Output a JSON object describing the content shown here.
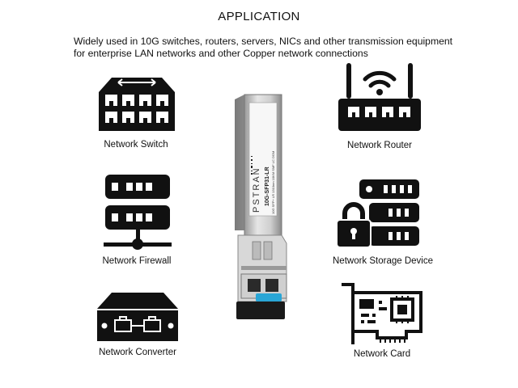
{
  "title": "APPLICATION",
  "description": "Widely used in 10G switches, routers, servers, NICs and other transmission equipment for enterprise LAN networks and other Copper network connections",
  "devices": [
    {
      "label": "Network Switch",
      "icon": "network-switch-icon"
    },
    {
      "label": "Network Router",
      "icon": "network-router-icon"
    },
    {
      "label": "Network Firewall",
      "icon": "network-firewall-icon"
    },
    {
      "label": "Network Storage Device",
      "icon": "network-storage-icon"
    },
    {
      "label": "Network Converter",
      "icon": "network-converter-icon"
    },
    {
      "label": "Network Card",
      "icon": "network-card-icon"
    }
  ],
  "module": {
    "brand": "PSTRAN",
    "model": "10G-SFP31-LR",
    "spec": "10G SFP+ LR 1310nm 10KM SMF LC DOM",
    "accent_color": "#2aa6d6"
  }
}
